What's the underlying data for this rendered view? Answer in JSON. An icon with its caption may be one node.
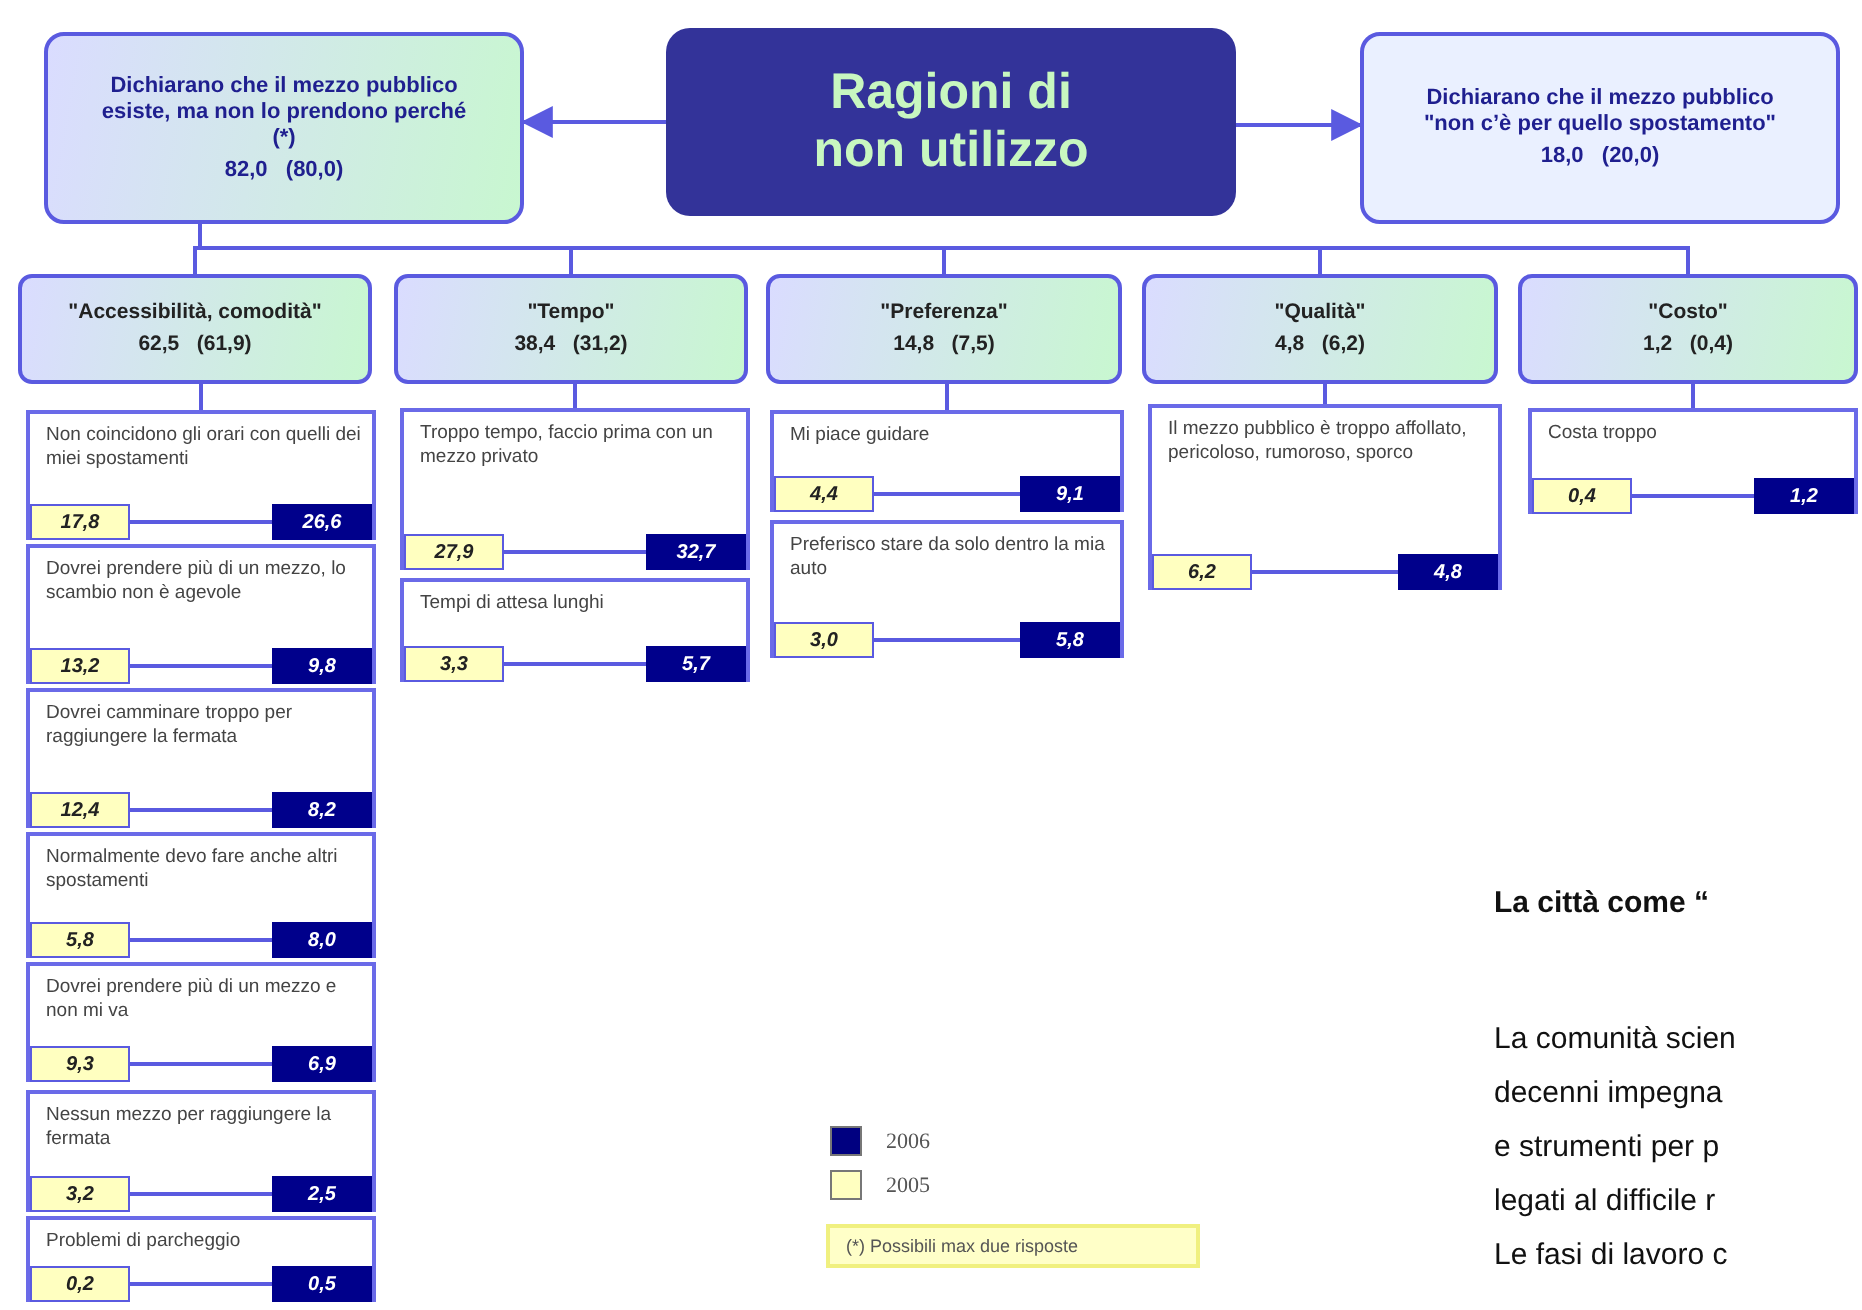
{
  "diagram": {
    "nodes": [
      {
        "text": [
          "Ragioni di non utilizzo"
        ]
      },
      {
        "text": [
          "Dichiarano che il mezzo pubblico esiste, ma non lo prendono perché (*)",
          "82,0   (80,0)"
        ]
      },
      {
        "text": [
          "Dichiarano che il mezzo pubblico \"non c’è per quello spostamento\"",
          "18,0   (20,0)"
        ]
      },
      {
        "text": [
          "\"Accessibilità, comodità\"",
          "62,5   (61,9)"
        ]
      },
      {
        "text": [
          "\"Tempo\"",
          "38,4   (31,2)"
        ]
      },
      {
        "text": [
          "\"Preferenza\"",
          "14,8   (7,5)"
        ]
      },
      {
        "text": [
          "\"Qualità\"",
          "4,8   (6,2)"
        ]
      },
      {
        "text": [
          "\"Costo\"",
          "1,2   (0,4)"
        ]
      },
      {
        "text": [
          "Non coincidono gli orari con quelli dei miei spostamenti"
        ]
      },
      {
        "text": [
          "17,8"
        ],
        "in": 8
      },
      {
        "text": [
          "26,6"
        ],
        "in": 8
      },
      {
        "text": [
          "Dovrei prendere più di un mezzo, lo scambio non è agevole"
        ]
      },
      {
        "text": [
          "13,2"
        ],
        "in": 11
      },
      {
        "text": [
          "9,8"
        ],
        "in": 11
      },
      {
        "text": [
          "Dovrei camminare troppo per raggiungere la fermata"
        ]
      },
      {
        "text": [
          "12,4"
        ],
        "in": 14
      },
      {
        "text": [
          "8,2"
        ],
        "in": 14
      },
      {
        "text": [
          "Normalmente devo fare anche altri spostamenti"
        ]
      },
      {
        "text": [
          "5,8"
        ],
        "in": 17
      },
      {
        "text": [
          "8,0"
        ],
        "in": 17
      },
      {
        "text": [
          "Dovrei prendere più di un mezzo e non mi va"
        ]
      },
      {
        "text": [
          "9,3"
        ],
        "in": 20
      },
      {
        "text": [
          "6,9"
        ],
        "in": 20
      },
      {
        "text": [
          "Nessun mezzo per raggiungere la fermata"
        ]
      },
      {
        "text": [
          "3,2"
        ],
        "in": 23
      },
      {
        "text": [
          "2,5"
        ],
        "in": 23
      },
      {
        "text": [
          "Problemi di parcheggio"
        ]
      },
      {
        "text": [
          "0,2"
        ],
        "in": 26
      },
      {
        "text": [
          "0,5"
        ],
        "in": 26
      },
      {
        "text": [
          "Troppo tempo, faccio prima con un mezzo privato"
        ]
      },
      {
        "text": [
          "27,9"
        ],
        "in": 29
      },
      {
        "text": [
          "32,7"
        ],
        "in": 29
      },
      {
        "text": [
          "Tempi di attesa lunghi"
        ]
      },
      {
        "text": [
          "3,3"
        ],
        "in": 32
      },
      {
        "text": [
          "5,7"
        ],
        "in": 32
      },
      {
        "text": [
          "Mi piace guidare"
        ]
      },
      {
        "text": [
          "4,4"
        ],
        "in": 35
      },
      {
        "text": [
          "9,1"
        ],
        "in": 35
      },
      {
        "text": [
          "Preferisco stare da solo dentro la mia auto"
        ]
      },
      {
        "text": [
          "3,0"
        ],
        "in": 38
      },
      {
        "text": [
          "5,8"
        ],
        "in": 38
      },
      {
        "text": [
          "Il mezzo pubblico è troppo affollato, pericoloso, rumoroso, sporco"
        ]
      },
      {
        "text": [
          "6,2"
        ],
        "in": 41
      },
      {
        "text": [
          "4,8"
        ],
        "in": 41
      },
      {
        "text": [
          "Costa troppo"
        ]
      },
      {
        "text": [
          "0,4"
        ],
        "in": 44
      },
      {
        "text": [
          "1,2"
        ],
        "in": 44
      },
      {
        "text": [
          "(*) Possibili max due risposte"
        ]
      }
    ],
    "edges": [
      {
        "from": 0,
        "to": 1,
        "arrow": "to"
      },
      {
        "from": 0,
        "to": 2,
        "arrow": "to"
      },
      {
        "from": 1,
        "to": 3,
        "arrow": "none"
      },
      {
        "from": 1,
        "to": 4,
        "arrow": "none"
      },
      {
        "from": 1,
        "to": 5,
        "arrow": "none"
      },
      {
        "from": 1,
        "to": 6,
        "arrow": "none"
      },
      {
        "from": 1,
        "to": 7,
        "arrow": "none"
      },
      {
        "from": 3,
        "to": 8,
        "arrow": "none"
      },
      {
        "from": 4,
        "to": 29,
        "arrow": "none"
      },
      {
        "from": 5,
        "to": 35,
        "arrow": "none"
      },
      {
        "from": 6,
        "to": 41,
        "arrow": "none"
      },
      {
        "from": 7,
        "to": 44,
        "arrow": "none"
      },
      {
        "from": 9,
        "to": 10,
        "arrow": "none"
      },
      {
        "from": 12,
        "to": 13,
        "arrow": "none"
      },
      {
        "from": 15,
        "to": 16,
        "arrow": "none"
      },
      {
        "from": 18,
        "to": 19,
        "arrow": "none"
      },
      {
        "from": 21,
        "to": 22,
        "arrow": "none"
      },
      {
        "from": 24,
        "to": 25,
        "arrow": "none"
      },
      {
        "from": 27,
        "to": 28,
        "arrow": "none"
      },
      {
        "from": 30,
        "to": 31,
        "arrow": "none"
      },
      {
        "from": 33,
        "to": 34,
        "arrow": "none"
      },
      {
        "from": 36,
        "to": 37,
        "arrow": "none"
      },
      {
        "from": 39,
        "to": 40,
        "arrow": "none"
      },
      {
        "from": 42,
        "to": 43,
        "arrow": "none"
      },
      {
        "from": 45,
        "to": 46,
        "arrow": "none"
      }
    ],
    "labels": [
      "La città come “",
      "La comunità scien",
      "decenni impegna",
      "e strumenti per p",
      "legati al difficile r",
      "Le fasi di lavoro c"
    ],
    "legend": [
      {
        "text": "2006",
        "color": "#000080"
      },
      {
        "text": "2005",
        "color": "#ffffc0"
      }
    ]
  }
}
